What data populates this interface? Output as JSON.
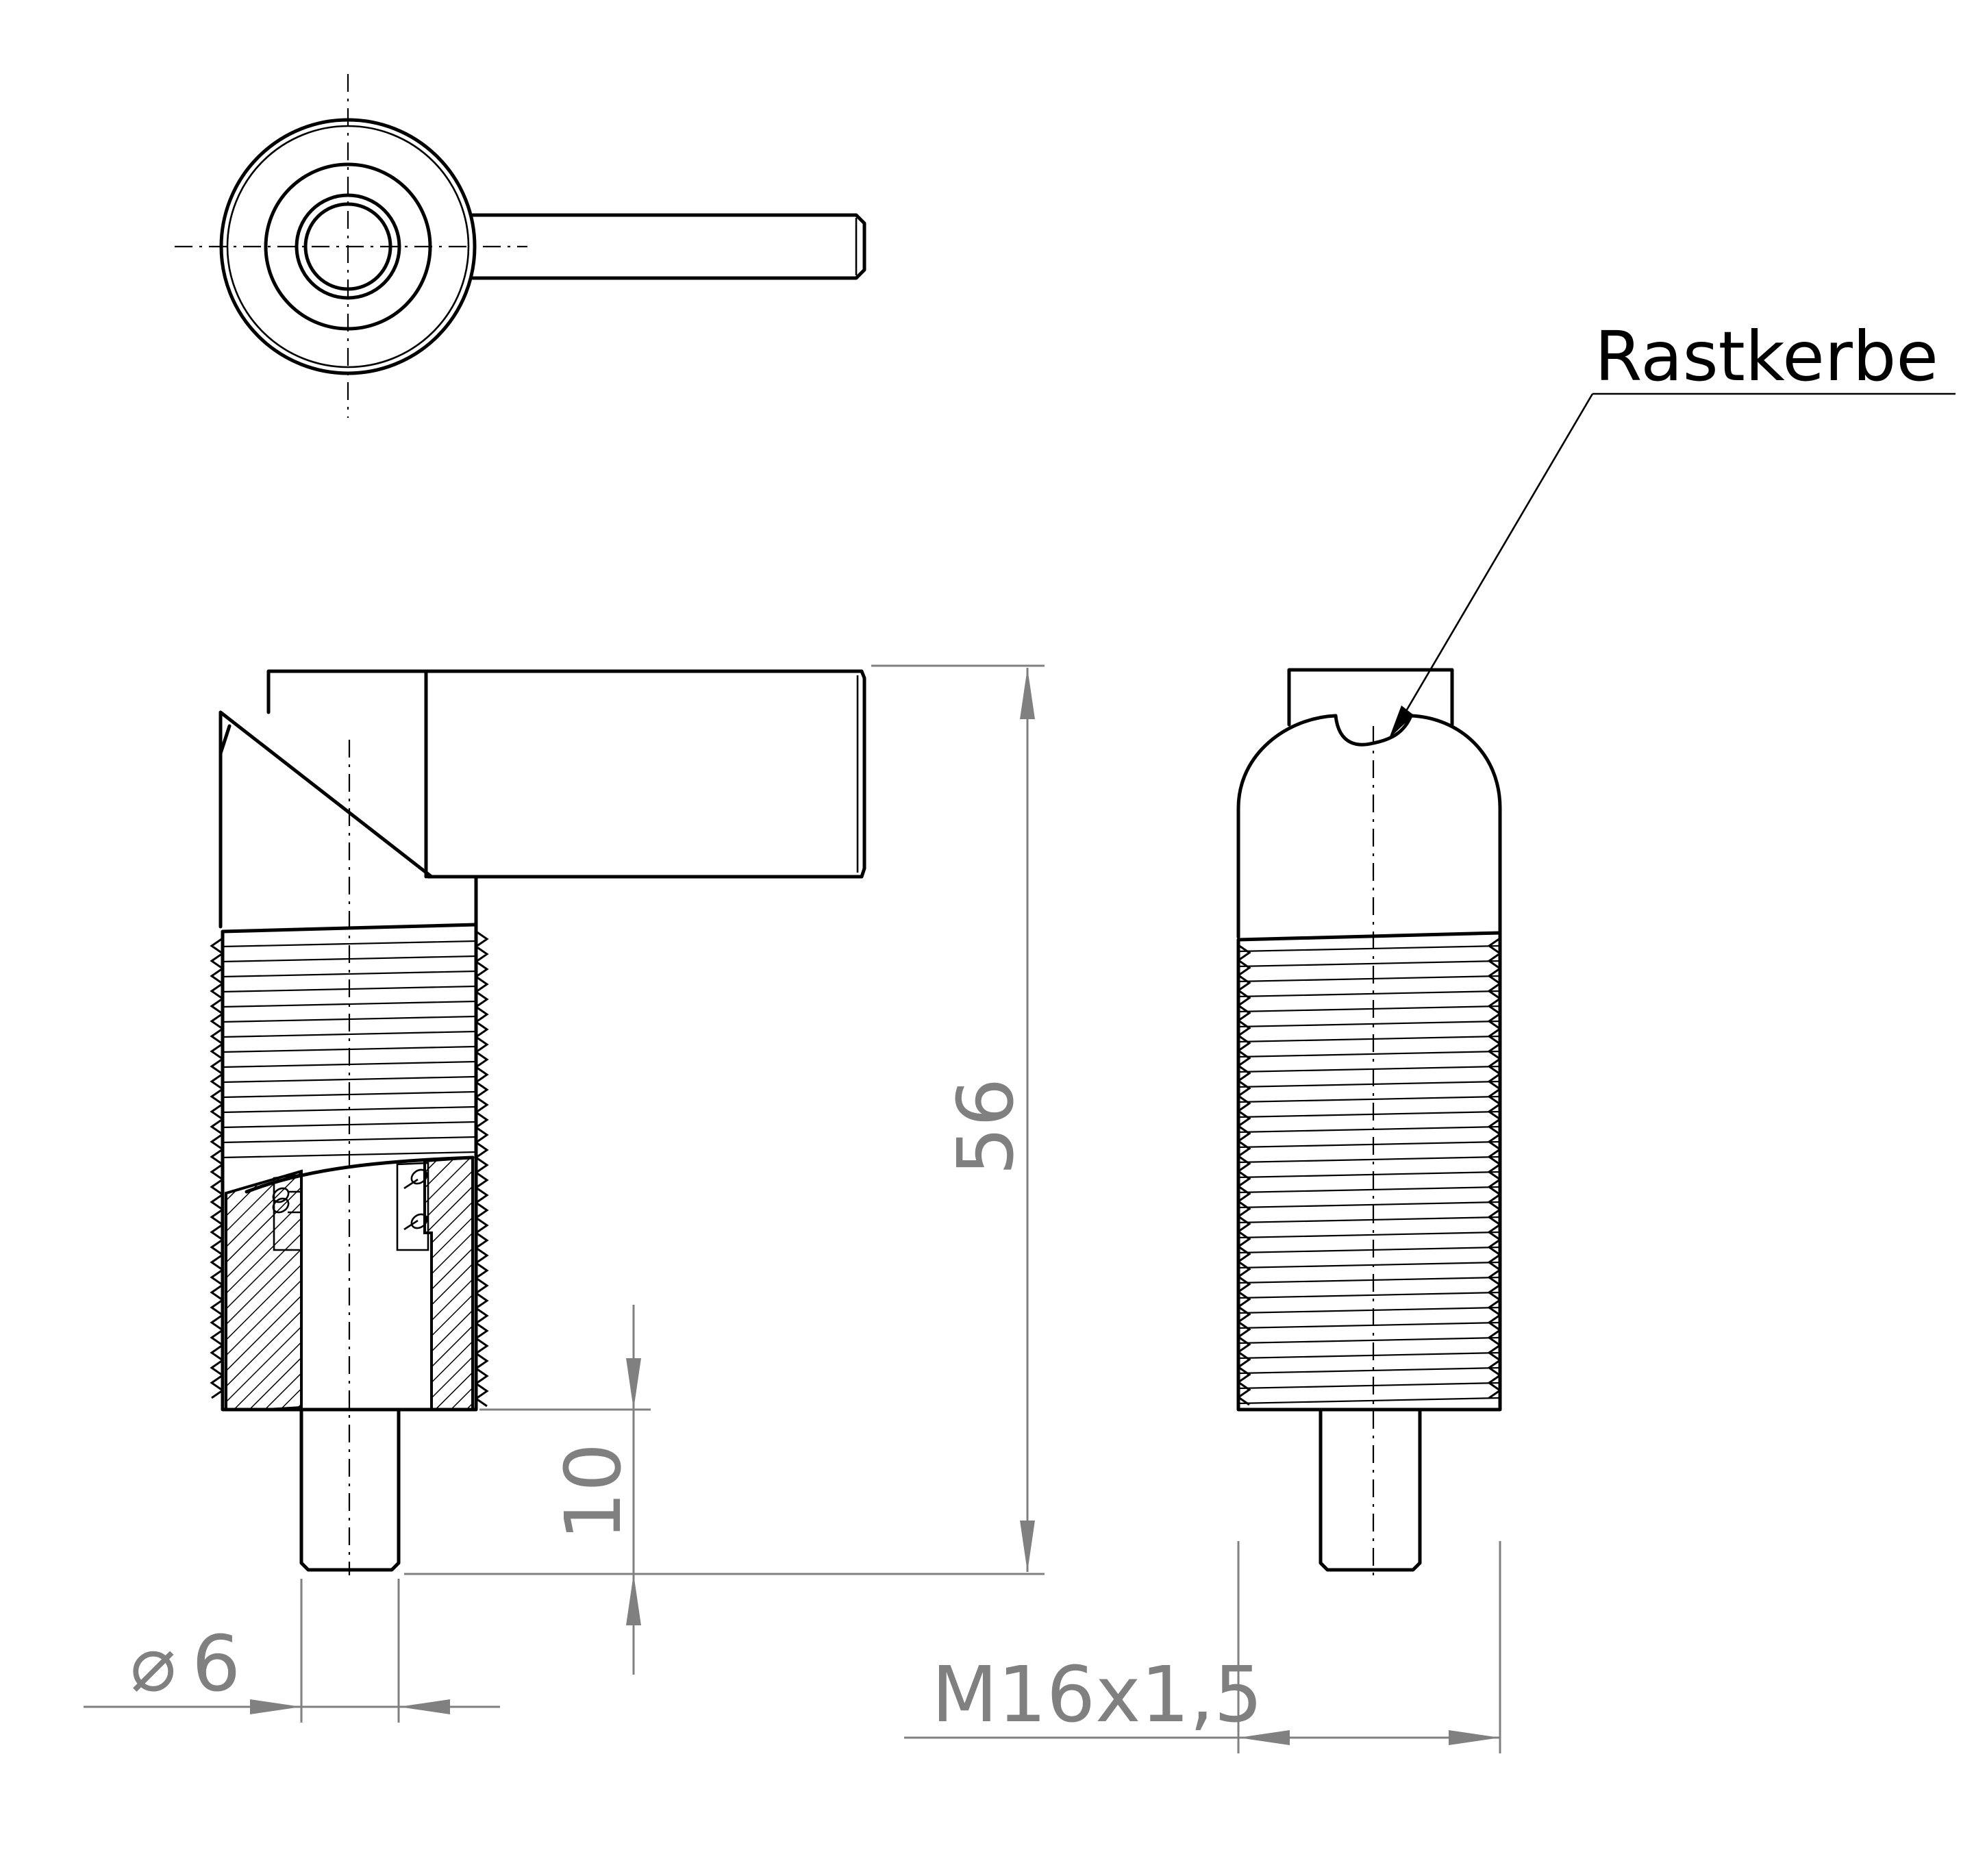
{
  "drawing": {
    "labels": {
      "notch": "Rastkerbe"
    },
    "dimensions": {
      "overall_height": "56",
      "pin_length": "10",
      "pin_diameter_symbol": "⌀",
      "pin_diameter": "6",
      "thread": "M16x1,5"
    },
    "colors": {
      "object_line": "#000000",
      "dimension_line": "#808080",
      "background": "#ffffff"
    }
  }
}
